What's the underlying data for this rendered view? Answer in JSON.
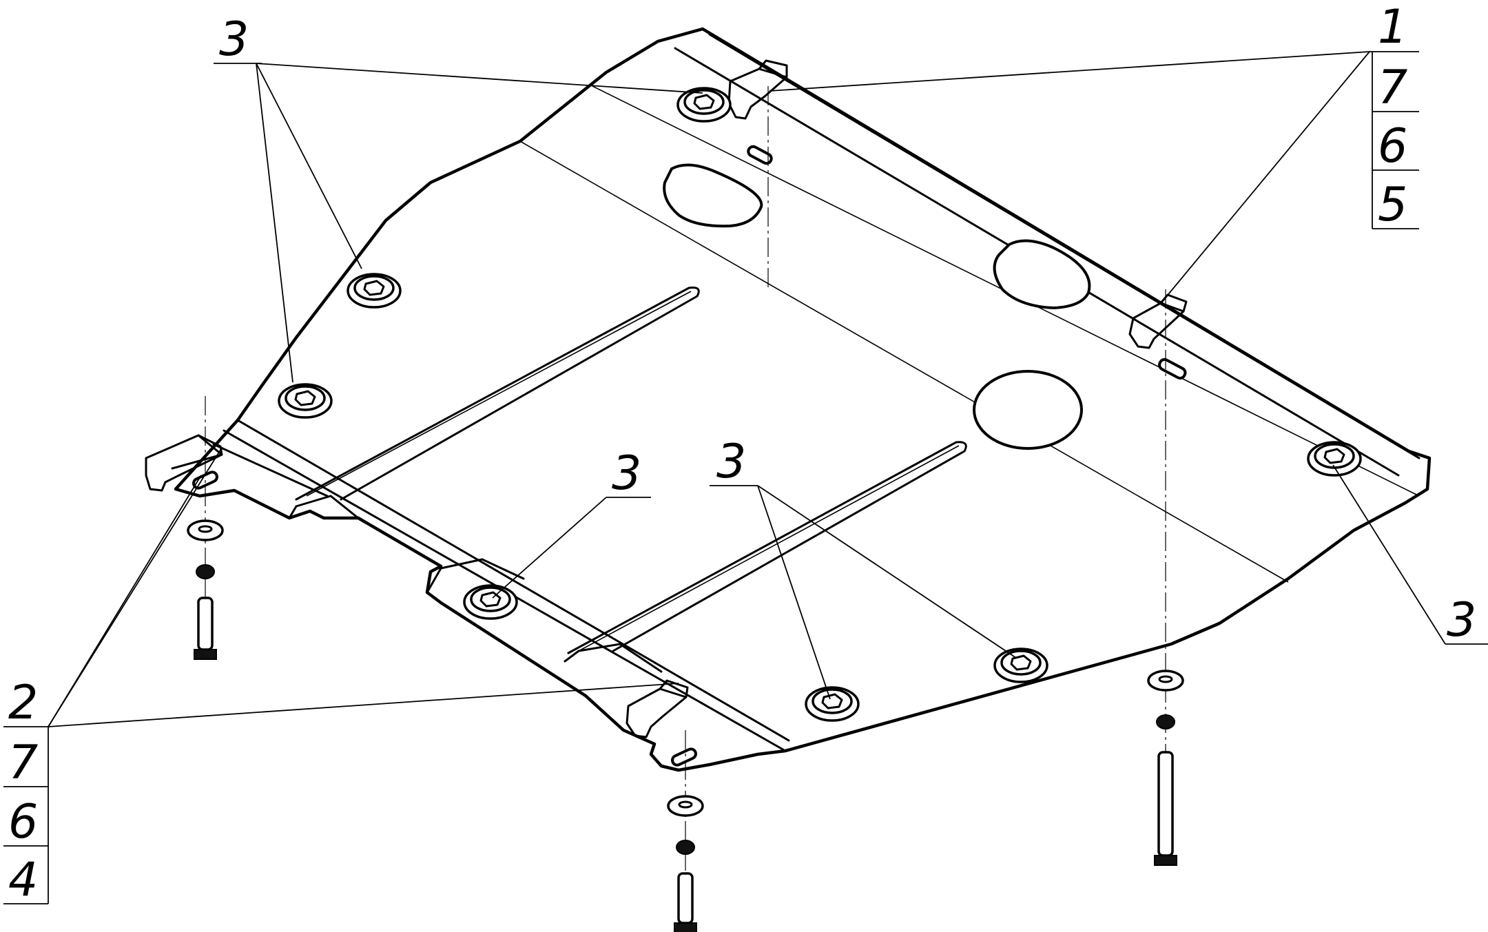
{
  "drawing": {
    "callouts": {
      "top_left": "3",
      "top_right_stack": [
        "1",
        "7",
        "6",
        "5"
      ],
      "center": "3",
      "center_right": "3",
      "right": "3",
      "bottom_left_stack": [
        "2",
        "7",
        "6",
        "4"
      ]
    }
  }
}
